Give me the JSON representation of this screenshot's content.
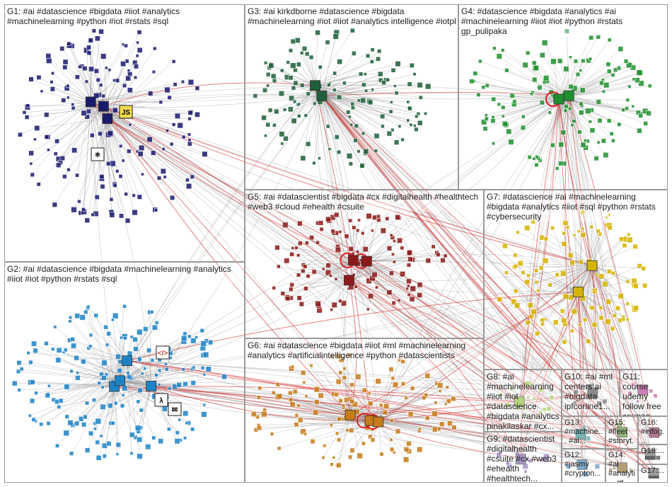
{
  "graph": {
    "groups": [
      {
        "id": "G1",
        "label": "G1: #ai #datascience #bigdata #iiot #analytics #machinelearning #python #iot #rstats #sql",
        "color": "#1a1a6e"
      },
      {
        "id": "G2",
        "label": "G2: #ai #datascience #bigdata #machinelearning #analytics #iiot #iot #python #rstats #sql",
        "color": "#1d83c6"
      },
      {
        "id": "G3",
        "label": "G3: #ai kirkdborne #datascience #bigdata #machinelearning #iot #iiot #analytics intelligence #iotpl",
        "color": "#1f5f3a"
      },
      {
        "id": "G4",
        "label": "G4: #datascience #bigdata #analytics #ai #machinelearning #iiot #iot #python #rstats gp_pulipaka",
        "color": "#1f8f2e"
      },
      {
        "id": "G5",
        "label": "G5: #ai #datascientist #bigdata #cx #digitalhealth #healthtech #web3 #cloud #ehealth #csuite",
        "color": "#8b1a1a"
      },
      {
        "id": "G6",
        "label": "G6: #ai #datascience #bigdata #iiot #ml #machinelearning #analytics #artificialintelligence #python #datascientists",
        "color": "#c77b1a"
      },
      {
        "id": "G7",
        "label": "G7: #datascience #ai #machinelearning #bigdata #analytics #iiot #sql #python #rstats #cybersecurity",
        "color": "#d6b400"
      },
      {
        "id": "G8",
        "label": "G8: #ai #machinelearning #iiot #iot #datascience #bigdata #analytics pinakilaskar #cx...",
        "color": "#8fbf3a"
      },
      {
        "id": "G9",
        "label": "G9: #datascientist #digitalhealth #csuite #cx #web3 #ehealth #healthtech...",
        "color": "#7a5fa8"
      },
      {
        "id": "G10",
        "label": "G10: #ai #ml centers ai #bigdata ipfcorline1...",
        "color": "#4d4d4d"
      },
      {
        "id": "G11",
        "label": "G11: course udemy follow free coupon...",
        "color": "#b03a8a"
      },
      {
        "id": "G12",
        "label": "G12: #jasmy #crypton...",
        "color": "#3a7ab0"
      },
      {
        "id": "G13",
        "label": "G13: #machine... #ai...",
        "color": "#2f8a8a"
      },
      {
        "id": "G14",
        "label": "G14: #ai #analyti... gt...",
        "color": "#8a6a2f"
      },
      {
        "id": "G15",
        "label": "G15: #fleet #storyt...",
        "color": "#5a8a2f"
      },
      {
        "id": "G16",
        "label": "G16: #infog...",
        "color": "#8a2f5a"
      },
      {
        "id": "G17",
        "label": "G17:...",
        "color": "#666666"
      },
      {
        "id": "G18",
        "label": "G18:...",
        "color": "#666666"
      }
    ],
    "colors": {
      "edge": "#8c8c8c",
      "intergroup_edge": "#d62f2f",
      "hub_ring": "#e02020"
    },
    "node_icons": [
      "js-logo-icon",
      "lambda-icon",
      "code-icon",
      "atom-icon",
      "mail-icon"
    ]
  }
}
